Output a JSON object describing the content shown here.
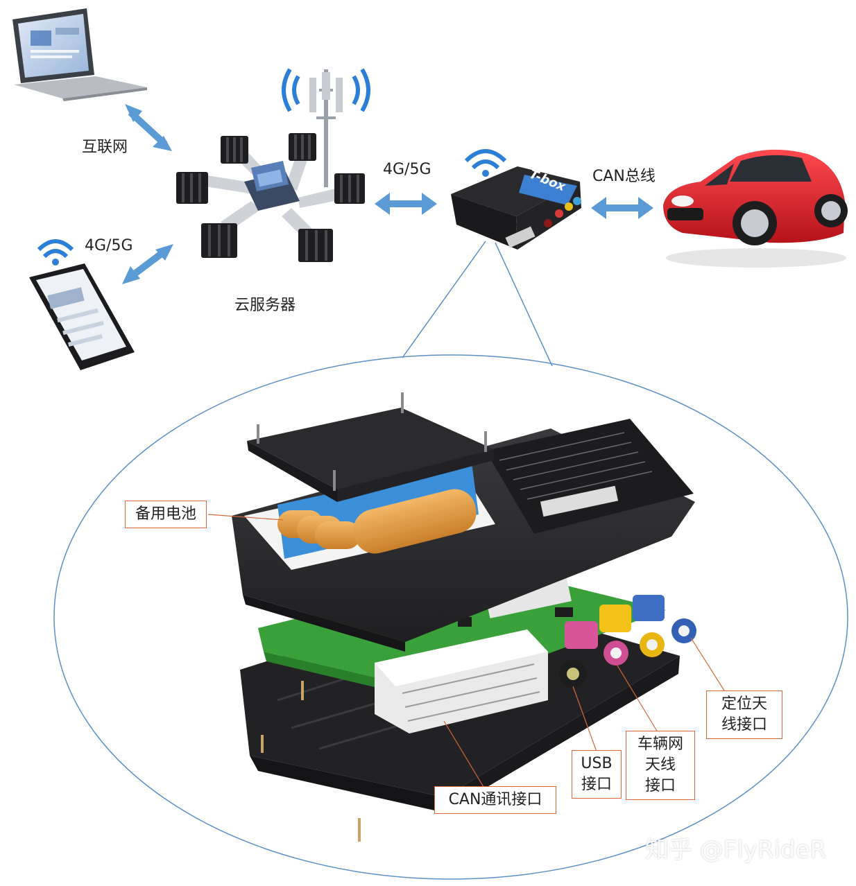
{
  "diagram": {
    "network_labels": {
      "internet": "互联网",
      "cloud_server": "云服务器",
      "mobile_link": "4G/5G",
      "tbox_link": "4G/5G",
      "can_bus": "CAN总线"
    },
    "tbox_label": "T-box",
    "callouts": {
      "backup_battery": "备用电池",
      "can_port": "CAN通讯接口",
      "usb_port": [
        "USB",
        "接口"
      ],
      "vehicle_antenna": [
        "车辆网",
        "天线",
        "接口"
      ],
      "gps_antenna": [
        "定位天",
        "线接口"
      ]
    },
    "watermark": "知乎 @FlyRideR",
    "colors": {
      "arrow_blue": "#5b9bd5",
      "callout_border": "#d9673a",
      "car_red": "#e0202a",
      "pcb_green": "#3aa13a",
      "housing_dark": "#2c2c2e",
      "battery_blue": "#3a8fd8",
      "battery_cell": "#e8a34a",
      "usb_pink": "#d9559a",
      "vehicle_antenna_yellow": "#f2c21a",
      "gps_antenna_blue": "#3f6fc4"
    }
  }
}
